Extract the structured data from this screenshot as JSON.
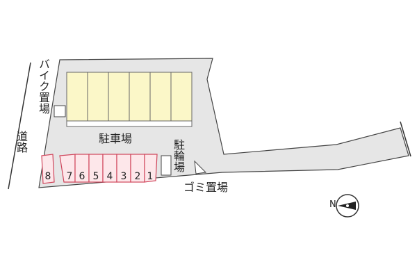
{
  "labels": {
    "road": "道路",
    "bike_parking": "バイク置場",
    "car_parking": "駐車場",
    "bicycle_parking": "駐輪場",
    "garbage": "ゴミ置場",
    "north": "N"
  },
  "parking_slots": [
    "8",
    "7",
    "6",
    "5",
    "4",
    "3",
    "2",
    "1"
  ],
  "building_units": 6,
  "colors": {
    "lot": "#e6e6e6",
    "building": "#fbf7c8",
    "slot_fill": "#fde7ea",
    "slot_stroke": "#d0455b"
  },
  "icons": {
    "compass": "compass-icon"
  }
}
